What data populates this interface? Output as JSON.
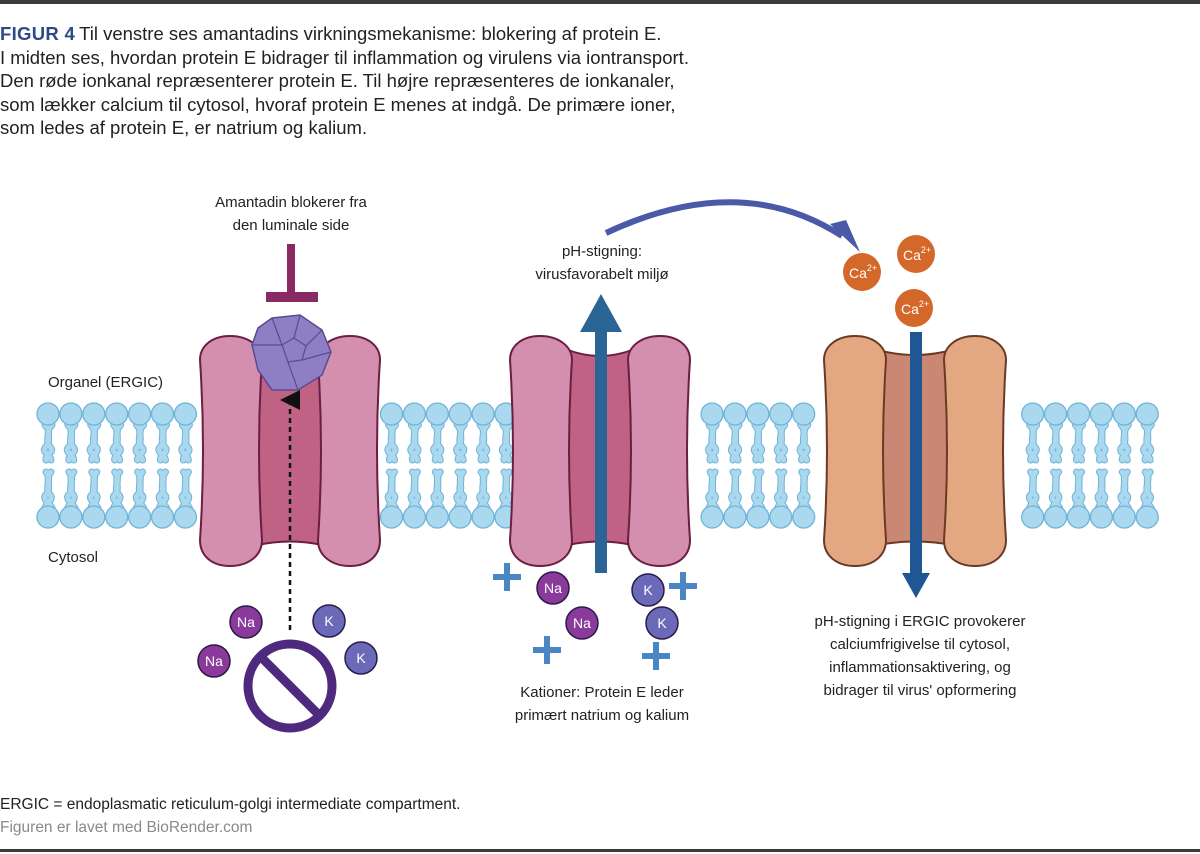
{
  "caption": {
    "figure_label": "FIGUR 4",
    "lines": [
      "Til venstre ses amantadins virkningsmekanisme: blokering af protein E.",
      "I midten ses, hvordan protein E bidrager til inflammation og virulens via iontransport.",
      "Den røde ionkanal repræsenterer protein E. Til højre repræsenteres de ionkanaler,",
      "som lækker calcium til cytosol, hvoraf protein E menes at indgå. De primære ioner,",
      "som ledes af protein E, er natrium og kalium."
    ]
  },
  "labels": {
    "organelle": "Organel (ERGIC)",
    "cytosol": "Cytosol",
    "amantadine": [
      "Amantadin blokerer fra",
      "den luminale side"
    ],
    "ph_rise": [
      "pH-stigning:",
      "virusfavorabelt miljø"
    ],
    "cations": [
      "Kationer: Protein E leder",
      "primært natrium og kalium"
    ],
    "calcium_effect": [
      "pH-stigning i ERGIC provokerer",
      "calciumfrigivelse til cytosol,",
      "inflammationsaktivering, og",
      "bidrager til virus' opformering"
    ]
  },
  "ions": {
    "sodium": "Na",
    "potassium": "K",
    "calcium": "Ca",
    "calcium_charge": "2+"
  },
  "colors": {
    "figure_label": "#2c4a84",
    "membrane_fill": "#a9d8ef",
    "membrane_stroke": "#6fb3d6",
    "protein_e_outer": "#d48fae",
    "protein_e_inner": "#c06284",
    "protein_e_stroke": "#6b1d42",
    "calcium_channel_outer": "#e3a882",
    "calcium_channel_inner": "#c98774",
    "calcium_channel_stroke": "#6b3a24",
    "amantadine_molecule": "#8e7fc4",
    "block_bar": "#8a2a64",
    "sodium_ion": "#8a3a9a",
    "potassium_ion": "#6a6ab8",
    "calcium_ion": "#d4672a",
    "flux_arrow": "#2a6596",
    "curved_arrow": "#4a5aa8",
    "plus_sign": "#4a86c2",
    "prohibit_sign": "#4d2a7e"
  },
  "footnote": "ERGIC = endoplasmatic reticulum-golgi intermediate compartment.",
  "credit": "Figuren er lavet med BioRender.com"
}
